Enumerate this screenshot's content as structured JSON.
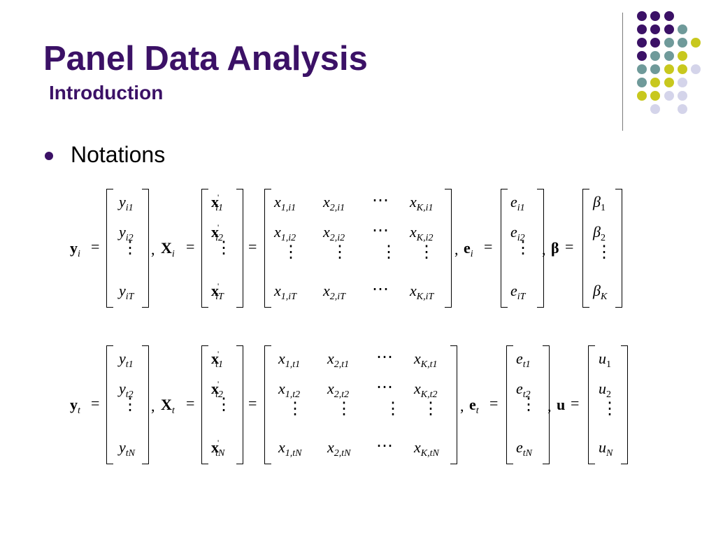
{
  "slide": {
    "title": "Panel Data Analysis",
    "subtitle": "Introduction",
    "bullet": "Notations"
  },
  "decoration": {
    "colors": {
      "purple": "#3b1166",
      "teal": "#6f9a9a",
      "olive": "#c8c81e",
      "lavender": "#d4d4ea",
      "title": "#3b1166"
    }
  },
  "equations": {
    "row1": {
      "y_lhs": "y",
      "y_sub": "i",
      "X_lhs": "X",
      "X_sub": "i",
      "e_lhs": "e",
      "e_sub": "i",
      "beta_lhs": "β",
      "y_entries": [
        [
          "y",
          "i1"
        ],
        [
          "y",
          "i2"
        ],
        [
          "⋮",
          ""
        ],
        [
          "y",
          "iT"
        ]
      ],
      "X_rows": [
        [
          "x",
          "i1"
        ],
        [
          "x",
          "i2"
        ],
        [
          "⋮",
          ""
        ],
        [
          "x",
          "iT"
        ]
      ],
      "x_matrix": [
        [
          [
            "x",
            "1,i1"
          ],
          [
            "x",
            "2,i1"
          ],
          [
            "⋯",
            ""
          ],
          [
            "x",
            "K,i1"
          ]
        ],
        [
          [
            "x",
            "1,i2"
          ],
          [
            "x",
            "2,i2"
          ],
          [
            "⋯",
            ""
          ],
          [
            "x",
            "K,i2"
          ]
        ],
        [
          [
            "⋮",
            ""
          ],
          [
            "⋮",
            ""
          ],
          [
            "⋮",
            ""
          ],
          [
            "⋮",
            ""
          ]
        ],
        [
          [
            "x",
            "1,iT"
          ],
          [
            "x",
            "2,iT"
          ],
          [
            "⋯",
            ""
          ],
          [
            "x",
            "K,iT"
          ]
        ]
      ],
      "e_entries": [
        [
          "e",
          "i1"
        ],
        [
          "e",
          "i2"
        ],
        [
          "⋮",
          ""
        ],
        [
          "e",
          "iT"
        ]
      ],
      "beta_entries": [
        [
          "β",
          "1"
        ],
        [
          "β",
          "2"
        ],
        [
          "⋮",
          ""
        ],
        [
          "β",
          "K"
        ]
      ]
    },
    "row2": {
      "y_lhs": "y",
      "y_sub": "t",
      "X_lhs": "X",
      "X_sub": "t",
      "e_lhs": "e",
      "e_sub": "t",
      "u_lhs": "u",
      "y_entries": [
        [
          "y",
          "t1"
        ],
        [
          "y",
          "t2"
        ],
        [
          "⋮",
          ""
        ],
        [
          "y",
          "tN"
        ]
      ],
      "X_rows": [
        [
          "x",
          "t1"
        ],
        [
          "x",
          "t2"
        ],
        [
          "⋮",
          ""
        ],
        [
          "x",
          "tN"
        ]
      ],
      "x_matrix": [
        [
          [
            "x",
            "1,t1"
          ],
          [
            "x",
            "2,t1"
          ],
          [
            "⋯",
            ""
          ],
          [
            "x",
            "K,t1"
          ]
        ],
        [
          [
            "x",
            "1,t2"
          ],
          [
            "x",
            "2,t2"
          ],
          [
            "⋯",
            ""
          ],
          [
            "x",
            "K,t2"
          ]
        ],
        [
          [
            "⋮",
            ""
          ],
          [
            "⋮",
            ""
          ],
          [
            "⋮",
            ""
          ],
          [
            "⋮",
            ""
          ]
        ],
        [
          [
            "x",
            "1,tN"
          ],
          [
            "x",
            "2,tN"
          ],
          [
            "⋯",
            ""
          ],
          [
            "x",
            "K,tN"
          ]
        ]
      ],
      "e_entries": [
        [
          "e",
          "t1"
        ],
        [
          "e",
          "t2"
        ],
        [
          "⋮",
          ""
        ],
        [
          "e",
          "tN"
        ]
      ],
      "u_entries": [
        [
          "u",
          "1"
        ],
        [
          "u",
          "2"
        ],
        [
          "⋮",
          ""
        ],
        [
          "u",
          "N"
        ]
      ]
    }
  }
}
